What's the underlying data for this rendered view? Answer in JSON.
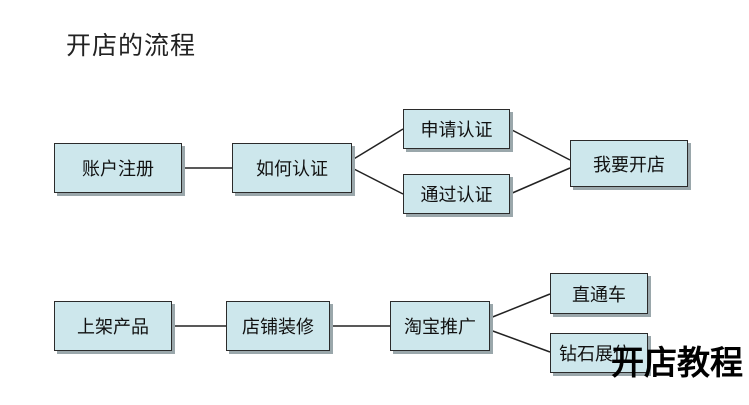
{
  "title": "开店的流程",
  "row1": {
    "account_register": "账户注册",
    "how_to_verify": "如何认证",
    "apply_verify": "申请认证",
    "pass_verify": "通过认证",
    "open_store": "我要开店"
  },
  "row2": {
    "list_products": "上架产品",
    "store_decoration": "店铺装修",
    "taobao_promotion": "淘宝推广",
    "through_train": "直通车",
    "diamond_booth": "钻石展位"
  },
  "watermark": "开店教程"
}
